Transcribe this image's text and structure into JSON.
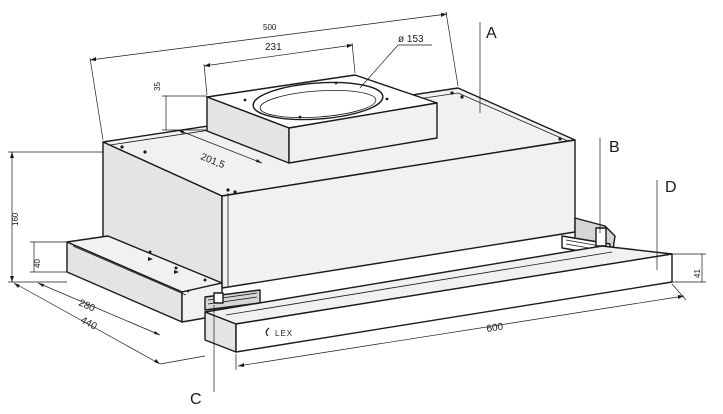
{
  "dimensions": {
    "total_width": "500",
    "outlet_width": "231",
    "outlet_diameter": "ø 153",
    "outlet_height": "35",
    "outlet_offset": "201,5",
    "body_height": "160",
    "front_panel_height_left": "40",
    "depth_inner": "280",
    "depth_total": "440",
    "front_width": "600",
    "front_panel_height_right": "41"
  },
  "callouts": {
    "a": "A",
    "b": "B",
    "c": "C",
    "d": "D"
  },
  "brand": {
    "logo_text": "LEX"
  }
}
